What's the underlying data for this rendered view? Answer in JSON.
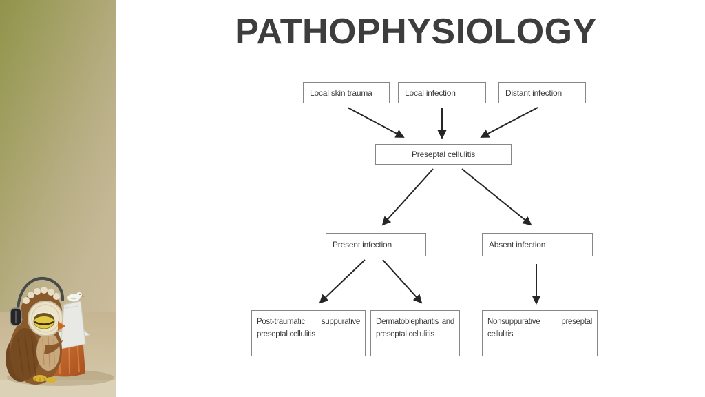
{
  "slide": {
    "title": "PATHOPHYSIOLOGY",
    "background": "#ffffff"
  },
  "photo": {
    "icon": "owl-figurine-headphones-laptop-photo"
  },
  "colors": {
    "title_text": "#3d3d3d",
    "box_border": "#878787",
    "box_text": "#3a3a3a",
    "arrow": "#262626",
    "photo_olive": "#90944a",
    "photo_tan": "#cbbc9c"
  },
  "diagram": {
    "type": "flowchart",
    "nodes": {
      "local_skin_trauma": "Local skin trauma",
      "local_infection": "Local infection",
      "distant_infection": "Distant infection",
      "preseptal_cellulitis": "Preseptal cellulitis",
      "present_infection": "Present infection",
      "absent_infection": "Absent infection",
      "post_traumatic": "Post-traumatic suppurative preseptal cellulitis",
      "dermatoblepharitis": "Dermatoblepharitis and preseptal cellulitis",
      "nonsuppurative": "Nonsuppurative preseptal cellulitis"
    },
    "edges": [
      [
        "Local skin trauma",
        "Preseptal cellulitis"
      ],
      [
        "Local infection",
        "Preseptal cellulitis"
      ],
      [
        "Distant infection",
        "Preseptal cellulitis"
      ],
      [
        "Preseptal cellulitis",
        "Present infection"
      ],
      [
        "Preseptal cellulitis",
        "Absent infection"
      ],
      [
        "Present infection",
        "Post-traumatic suppurative preseptal cellulitis"
      ],
      [
        "Present infection",
        "Dermatoblepharitis and preseptal cellulitis"
      ],
      [
        "Absent infection",
        "Nonsuppurative preseptal cellulitis"
      ]
    ]
  }
}
